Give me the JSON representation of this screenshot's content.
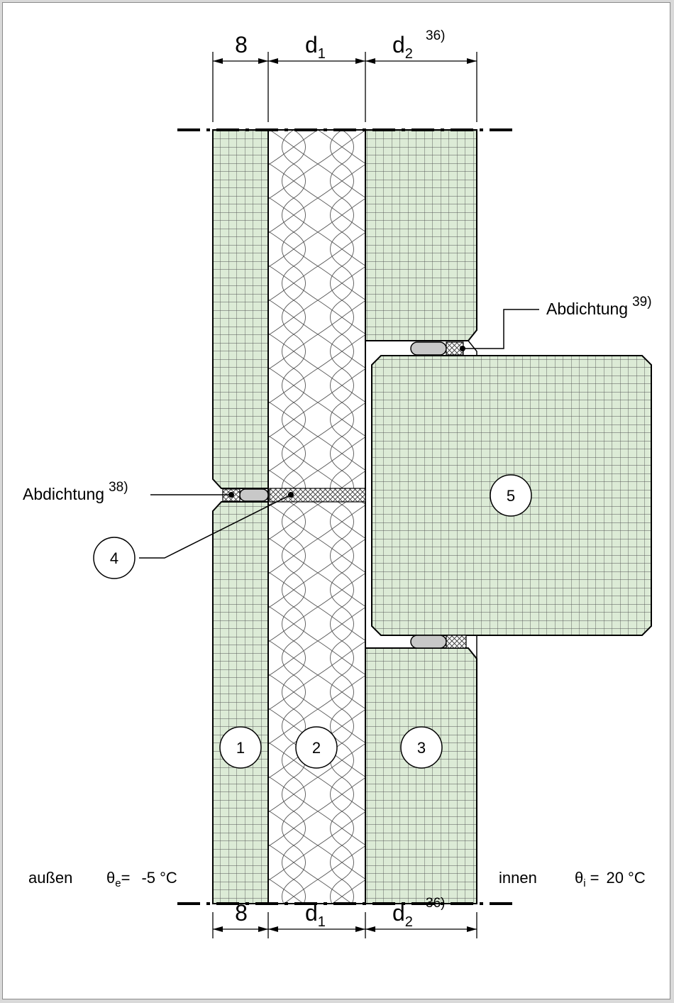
{
  "dimensions": {
    "top": {
      "outer": "8",
      "core_base": "d",
      "core_sub": "1",
      "inner_base": "d",
      "inner_sub": "2",
      "inner_note": "36)"
    },
    "bottom": {
      "outer": "8",
      "core_base": "d",
      "core_sub": "1",
      "inner_base": "d",
      "inner_sub": "2",
      "inner_note": "36)"
    }
  },
  "labels": {
    "seal_outer": {
      "text": "Abdichtung",
      "note": "38)"
    },
    "seal_inner": {
      "text": "Abdichtung",
      "note": "39)"
    }
  },
  "markers": [
    "1",
    "2",
    "3",
    "4",
    "5"
  ],
  "temperatures": {
    "outside": {
      "label": "außen",
      "symbol": "θ",
      "sub": "e",
      "eq": "=",
      "value": "-5 °C"
    },
    "inside": {
      "label": "innen",
      "symbol": "θ",
      "sub": "i",
      "eq": "=",
      "value": "20 °C"
    }
  },
  "colors": {
    "concrete": "#dcebd6",
    "grid": "#4d4d4d",
    "insulation": "#ffffff",
    "seal_rod": "#c8c8c8"
  }
}
